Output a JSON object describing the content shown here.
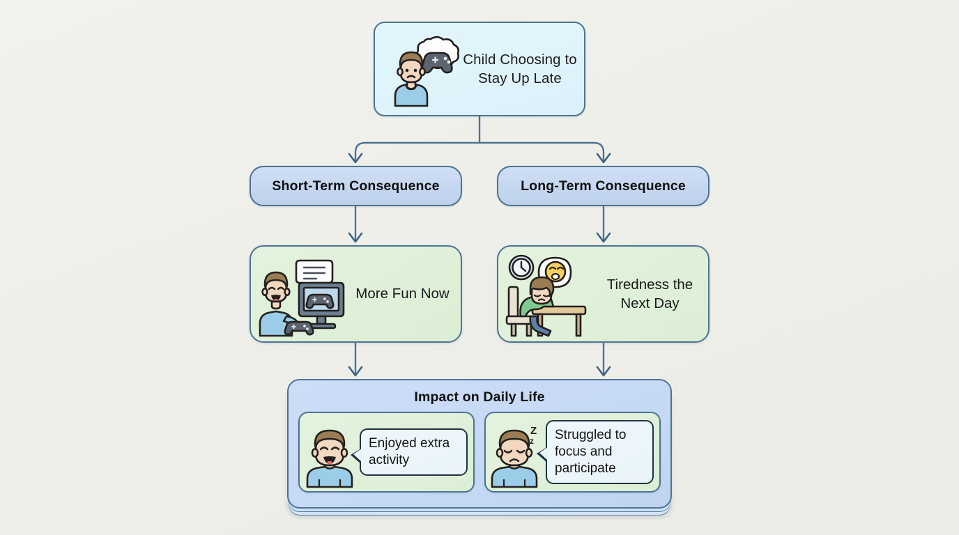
{
  "diagram": {
    "title": "Child Choosing to Stay Up Late — consequences flowchart",
    "background_color": "#efefeb",
    "border_color": "#4c7492",
    "root": {
      "label": "Child Choosing to Stay Up Late",
      "icon": "child-thinking-gamepad-icon",
      "fill_color": "#dff3fb"
    },
    "branches": [
      {
        "id": "short-term",
        "label": "Short-Term Consequence",
        "fill_color": "#c5d7ef",
        "outcome": {
          "label": "More Fun Now",
          "icon": "child-gaming-monitor-icon",
          "fill_color": "#dff0d9"
        }
      },
      {
        "id": "long-term",
        "label": "Long-Term Consequence",
        "fill_color": "#c5d7ef",
        "outcome": {
          "label": "Tiredness the Next Day",
          "icon": "child-sleeping-at-desk-icon",
          "fill_color": "#dff0d9"
        }
      }
    ],
    "impact": {
      "title": "Impact on Daily Life",
      "fill_color": "#c6d9f4",
      "cards": [
        {
          "id": "positive-impact",
          "icon": "happy-child-icon",
          "quote": "Enjoyed extra activity"
        },
        {
          "id": "negative-impact",
          "icon": "sleepy-child-zz-icon",
          "quote": "Struggled to focus and participate"
        }
      ]
    }
  }
}
